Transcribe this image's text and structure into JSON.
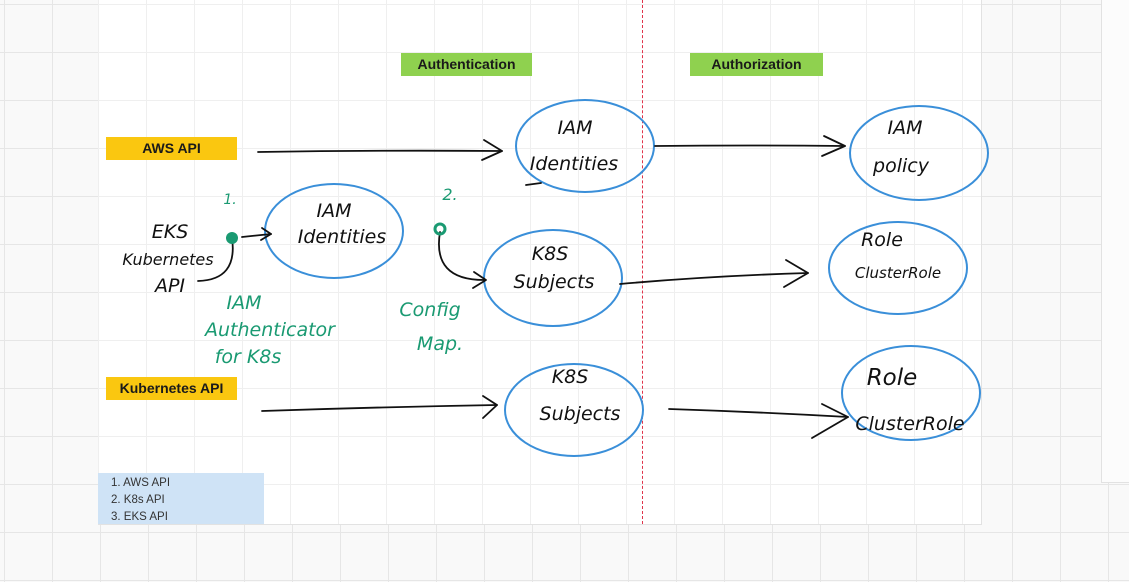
{
  "headers": {
    "authentication": "Authentication",
    "authorization": "Authorization"
  },
  "labels": {
    "aws_api": "AWS API",
    "kubernetes_api": "Kubernetes API"
  },
  "handwritten": {
    "iam_identities_top": [
      "IAM",
      "Identities"
    ],
    "iam_policy": [
      "IAM",
      "policy"
    ],
    "eks_kubernetes_api": [
      "EKS",
      "Kubernetes",
      "API"
    ],
    "iam_identities_mid": [
      "IAM",
      "Identities"
    ],
    "k8s_subjects_mid": [
      "K8S",
      "Subjects"
    ],
    "role_clusterrole_mid": [
      "Role",
      "ClusterRole"
    ],
    "iam_authenticator": [
      "IAM",
      "Authenticator",
      "for K8s"
    ],
    "config_map": [
      "Config",
      "Map."
    ],
    "k8s_subjects_bottom": [
      "K8S",
      "Subjects"
    ],
    "role_clusterrole_bottom": [
      "Role",
      "ClusterRole"
    ],
    "step1": "1.",
    "step2": "2."
  },
  "legend": [
    "1. AWS API",
    "2. K8s API",
    "3. EKS API"
  ],
  "colors": {
    "green_header": "#8fd14f",
    "yellow_label": "#fac710",
    "ellipse_stroke": "#3a8fd9",
    "teal_ink": "#1a9a72",
    "divider": "#e0334a",
    "legend_bg": "#cfe3f6"
  }
}
